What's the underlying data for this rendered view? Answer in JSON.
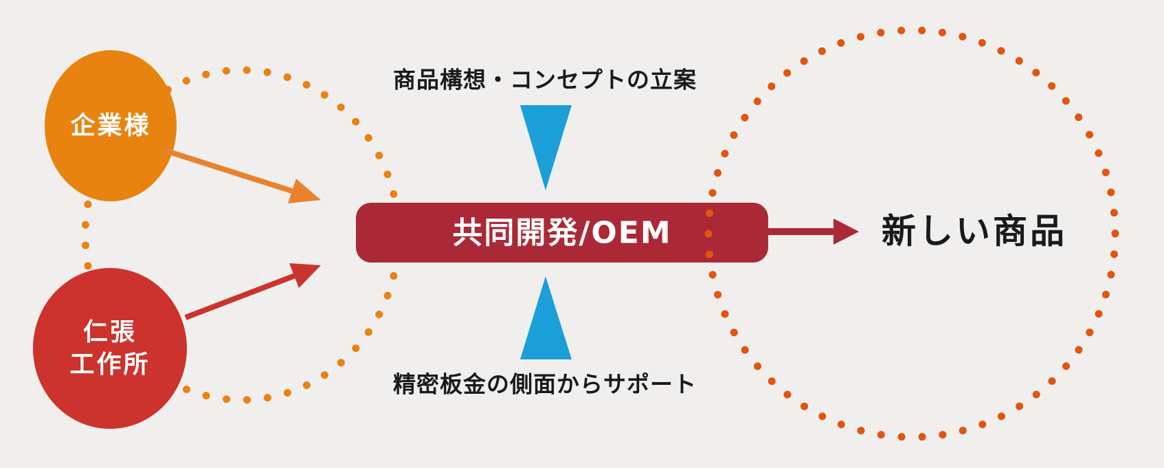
{
  "diagram": {
    "title_implicit": "共同開発/OEMの流れ",
    "partner_circle": {
      "label": "企業様"
    },
    "company_circle": {
      "label_line1": "仁張",
      "label_line2": "工作所"
    },
    "center_box": {
      "label": "共同開発/OEM"
    },
    "top_label": "商品構想・コンセプトの立案",
    "bottom_label": "精密板金の側面からサポート",
    "result_label": "新しい商品"
  },
  "colors": {
    "bg": "#f0efee",
    "orange-circle": "#e8830f",
    "red-circle": "#cb332c",
    "box": "#ab2936",
    "blue": "#1b9fd8",
    "left-dots": "#ec8111",
    "right-dots": "#e2550e",
    "orange-arrow": "#e9822e",
    "red-arrow": "#c9342d",
    "result-arrow": "#ab2936",
    "text-dark": "#1a1a1a",
    "text-light": "#ffffff"
  }
}
